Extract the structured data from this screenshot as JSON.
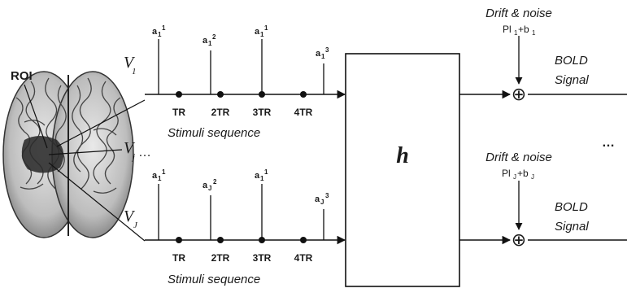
{
  "brain": {
    "roi_label": "ROI",
    "voxel_labels": {
      "v1_main": "V",
      "v1_sub": "1",
      "vj_main": "V",
      "vj_sub": "j",
      "vj_dots": "…",
      "vJ_main": "V",
      "vJ_sub": "J"
    }
  },
  "top_sequence": {
    "amplitudes": [
      {
        "base": "a",
        "sub": "1",
        "sup": "1"
      },
      {
        "base": "a",
        "sub": "1",
        "sup": "2"
      },
      {
        "base": "a",
        "sub": "1",
        "sup": "1"
      },
      {
        "base": "a",
        "sub": "1",
        "sup": "3"
      }
    ],
    "ticks": [
      "TR",
      "2TR",
      "3TR",
      "4TR"
    ],
    "caption": "Stimuli sequence"
  },
  "bottom_sequence": {
    "amplitudes": [
      {
        "base": "a",
        "sub": "1",
        "sup": "1"
      },
      {
        "base": "a",
        "sub": "J",
        "sup": "2"
      },
      {
        "base": "a",
        "sub": "1",
        "sup": "1"
      },
      {
        "base": "a",
        "sub": "J",
        "sup": "3"
      }
    ],
    "ticks": [
      "TR",
      "2TR",
      "3TR",
      "4TR"
    ],
    "caption": "Stimuli sequence"
  },
  "h_box": {
    "label": "h"
  },
  "top_output": {
    "drift_title": "Drift & noise",
    "drift_formula": {
      "p": "Pl",
      "p_sub": "1",
      "plus": "+b",
      "b_sub": "1"
    },
    "bold_line1": "BOLD",
    "bold_line2": "Signal",
    "adder_symbol": "⊕"
  },
  "mid_dots": "…",
  "bottom_output": {
    "drift_title": "Drift & noise",
    "drift_formula": {
      "p": "Pl",
      "p_sub": "J",
      "plus": "+b",
      "b_sub": "J"
    },
    "bold_line1": "BOLD",
    "bold_line2": "Signal",
    "adder_symbol": "⊕"
  }
}
